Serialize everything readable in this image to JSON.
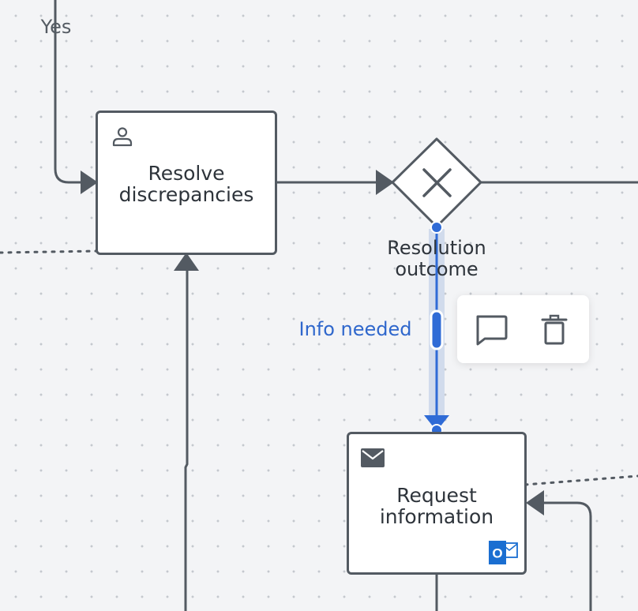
{
  "flow_labels": {
    "yes": "Yes",
    "info_needed": "Info needed"
  },
  "tasks": {
    "resolve": {
      "line1": "Resolve",
      "line2": "discrepancies",
      "icon": "user-icon"
    },
    "request": {
      "line1": "Request",
      "line2": "information",
      "icon": "envelope-icon",
      "integration_icon": "outlook-icon",
      "integration_letter": "O"
    }
  },
  "gateway": {
    "type": "exclusive",
    "label_line1": "Resolution",
    "label_line2": "outcome"
  },
  "context_menu": {
    "actions": [
      {
        "name": "comment",
        "icon": "comment-icon"
      },
      {
        "name": "delete",
        "icon": "trash-icon"
      }
    ]
  },
  "colors": {
    "line": "#535a62",
    "selected": "#2f6bd6",
    "selected_label": "#2f67cc",
    "outlook": "#1a6ed1"
  }
}
